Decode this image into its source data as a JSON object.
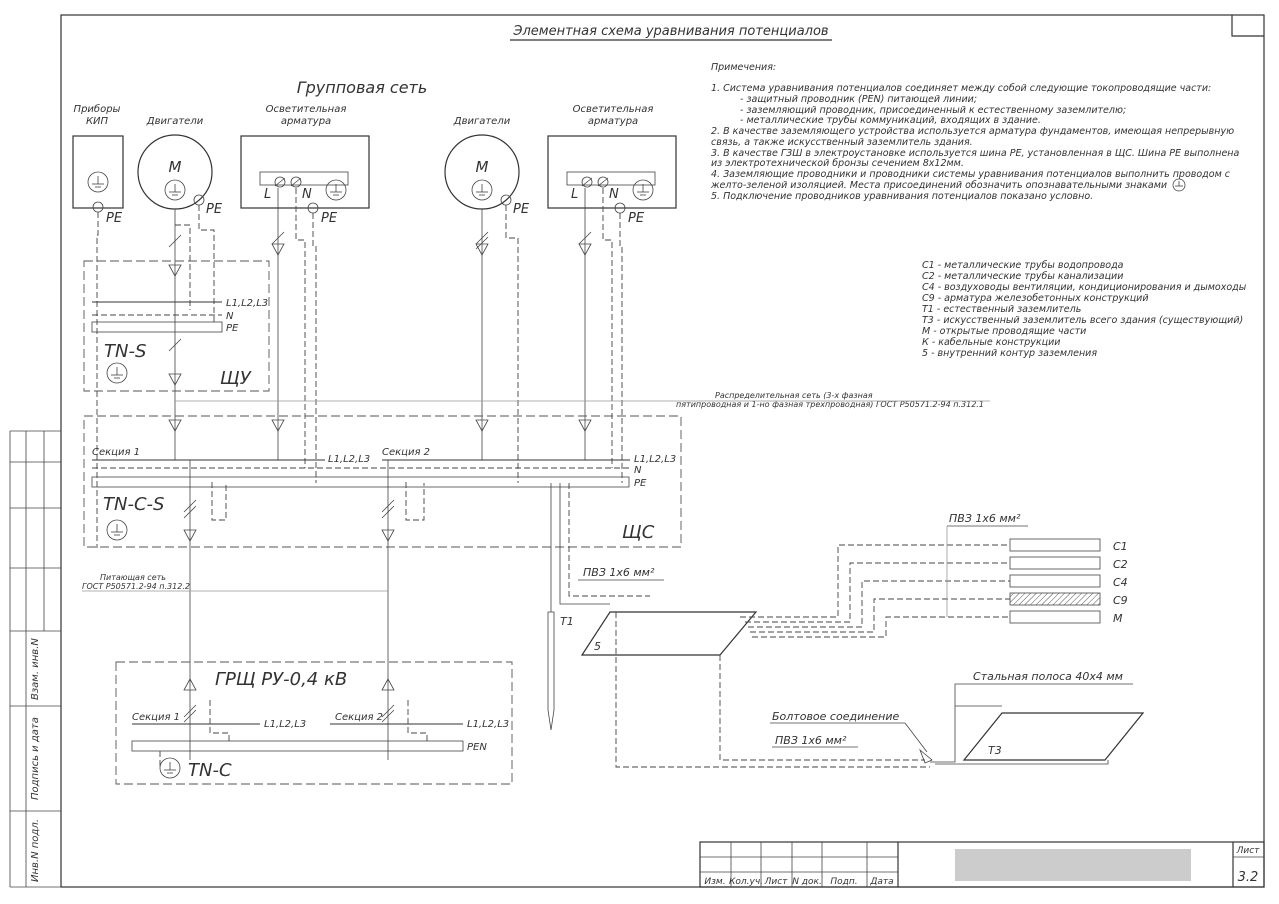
{
  "title": "Элементная схема уравнивания потенциалов",
  "group_net": "Групповая сеть",
  "consumers": [
    {
      "label1": "Приборы",
      "label2": "КИП"
    },
    {
      "label1": "Двигатели",
      "label2": ""
    },
    {
      "label1": "Осветительная",
      "label2": "арматура"
    },
    {
      "label1": "Двигатели",
      "label2": ""
    },
    {
      "label1": "Осветительная",
      "label2": "арматура"
    }
  ],
  "symbols": {
    "motor": "M",
    "pe": "PE",
    "l": "L",
    "n": "N"
  },
  "shu": {
    "system": "TN-S",
    "name": "ЩУ",
    "bus_l": "L1,L2,L3",
    "bus_n": "N",
    "bus_pe": "PE"
  },
  "shs": {
    "system": "TN-C-S",
    "name": "ЩС",
    "section1": "Секция 1",
    "section2": "Секция 2",
    "bus_l": "L1,L2,L3",
    "bus_n": "N",
    "bus_pe": "PE"
  },
  "dist_note": {
    "line1": "Распределительная сеть (3-х фазная",
    "line2": "пятипроводная и 1-но фазная трехпроводная) ГОСТ Р50571.2-94 п.312.1"
  },
  "feed_note": {
    "line1": "Питающая сеть",
    "line2": "ГОСТ Р50571.2-94 п.312.2"
  },
  "grsh": {
    "name": "ГРЩ РУ-0,4 кВ",
    "section1": "Секция 1",
    "section2": "Секция 2",
    "bus_l": "L1,L2,L3",
    "bus_pen": "PEN",
    "system": "TN-C"
  },
  "notes": {
    "header": "Примечения:",
    "lines": [
      "1. Система уравнивания потенциалов соединяет между собой следующие токопроводящие части:",
      "- защитный проводник (PEN) питающей линии;",
      "- заземляющий проводник, присоединенный к естественному заземлителю;",
      "- металлические трубы коммуникаций, входящих в здание.",
      "2. В качестве заземляющего устройства используется арматура фундаментов, имеющая непрерывную",
      "связь, а также искусственный заземлитель здания.",
      "3. В качестве ГЗШ в электроустановке используется шина PE, установленная в ЩС. Шина PE выполнена",
      "из электротехнической бронзы сечением 8х12мм.",
      "4. Заземляющие проводники и проводники системы уравнивания потенциалов выполнить проводом с",
      "желто-зеленой изоляцией. Места присоединений обозначить опознавательными знаками",
      "5. Подключение проводников уравнивания потенциалов показано условно."
    ]
  },
  "legend": [
    "С1 - металлические трубы водопровода",
    "С2 - металлические трубы канализации",
    "С4 - воздуховоды вентиляции, кондиционирования и дымоходы",
    "С9 - арматура железобетонных конструкций",
    "Т1 - естественный заземлитель",
    "Т3 - искусственный заземлитель всего здания (существующий)",
    "М - открытые проводящие части",
    "К - кабельные конструкции",
    "5 - внутренний контур заземления"
  ],
  "wire1": "ПВЗ 1х6 мм²",
  "wire2": "ПВЗ 1х6 мм²",
  "wire3": "ПВЗ 1х6 мм²",
  "pipes": [
    "С1",
    "С2",
    "С4",
    "С9",
    "М"
  ],
  "t1": "Т1",
  "loop5": "5",
  "t3": "Т3",
  "bolt": "Болтовое соединение",
  "strip": "Стальная полоса 40х4 мм",
  "stamp": {
    "cols": [
      "Изм.",
      "Кол.уч.",
      "Лист",
      "N док.",
      "Подп.",
      "Дата"
    ],
    "sheet_label": "Лист",
    "sheet_num": "3.2"
  },
  "side": [
    "Взам. инв.N",
    "Подпись и дата",
    "Инв.N подл."
  ]
}
